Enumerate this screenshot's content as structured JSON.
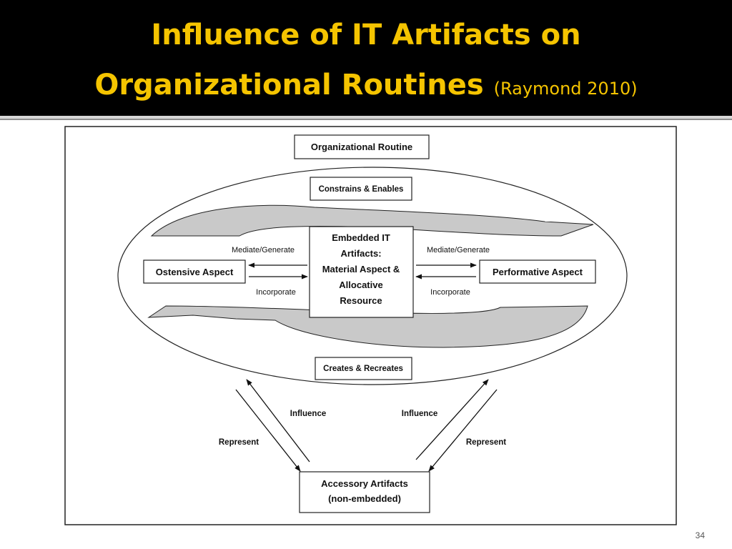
{
  "slide": {
    "title_line1": "Influence of IT Artifacts on",
    "title_line2": "Organizational Routines",
    "title_citation": "(Raymond 2010)",
    "page_number": "34"
  },
  "diagram": {
    "organizational_routine": "Organizational Routine",
    "constrains_enables": "Constrains & Enables",
    "creates_recreates": "Creates & Recreates",
    "ostensive_aspect": "Ostensive Aspect",
    "performative_aspect": "Performative Aspect",
    "embedded_lines": [
      "Embedded IT",
      "Artifacts:",
      "Material Aspect &",
      "Allocative",
      "Resource"
    ],
    "left_mediate": "Mediate/Generate",
    "left_incorporate": "Incorporate",
    "right_mediate": "Mediate/Generate",
    "right_incorporate": "Incorporate",
    "left_influence": "Influence",
    "left_represent": "Represent",
    "right_influence": "Influence",
    "right_represent": "Represent",
    "accessory_line1": "Accessory Artifacts",
    "accessory_line2": "(non-embedded)"
  },
  "colors": {
    "title": "#f5c400",
    "background": "#000000",
    "arrow_fill": "#c9c9c9"
  }
}
